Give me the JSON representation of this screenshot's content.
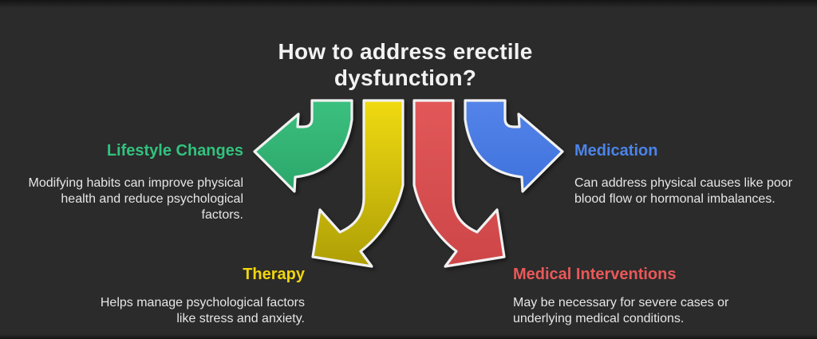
{
  "title": {
    "line1": "How to address erectile",
    "line2": "dysfunction?"
  },
  "background_color": "#2b2b2b",
  "outline_color": "#f1f1f1",
  "sections": {
    "lifestyle": {
      "heading": "Lifestyle Changes",
      "heading_color": "#32c27e",
      "lines": [
        "Modifying habits can improve physical",
        "health and reduce psychological",
        "factors."
      ]
    },
    "medication": {
      "heading": "Medication",
      "heading_color": "#4b84ea",
      "lines": [
        "Can address physical causes like poor",
        "blood flow or hormonal imbalances."
      ]
    },
    "therapy": {
      "heading": "Therapy",
      "heading_color": "#f2d60d",
      "lines": [
        "Helps manage psychological factors",
        "like stress and anxiety."
      ]
    },
    "medical": {
      "heading": "Medical Interventions",
      "heading_color": "#ea5859",
      "lines": [
        "May be necessary for severe cases or",
        "underlying medical conditions."
      ]
    }
  },
  "arrows": {
    "green": {
      "top": "#3bc07f",
      "bottom": "#2aa468"
    },
    "yellow": {
      "top": "#f0da11",
      "bottom": "#ac9d06"
    },
    "red": {
      "top": "#e25859",
      "bottom": "#cd4547"
    },
    "blue": {
      "top": "#5484ea",
      "bottom": "#3c70da"
    }
  }
}
